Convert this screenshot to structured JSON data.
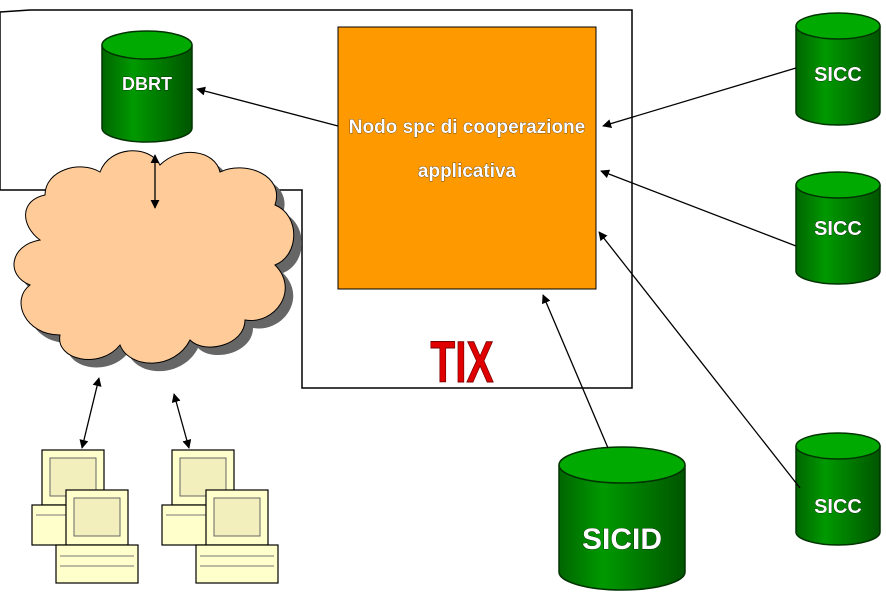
{
  "node": {
    "line1": "Nodo spc di cooperazione",
    "line2": "applicativa"
  },
  "system_label": "TIX",
  "databases": {
    "dbrt": "DBRT",
    "sicc_1": "SICC",
    "sicc_2": "SICC",
    "sicc_3": "SICC",
    "sicid": "SICID"
  },
  "colors": {
    "node_fill": "#ff9900",
    "db_fill": "#009900",
    "db_dark": "#006600",
    "cloud_fill": "#ffcc99",
    "tix_red": "#e00000",
    "computer_body": "#ffffcc"
  }
}
